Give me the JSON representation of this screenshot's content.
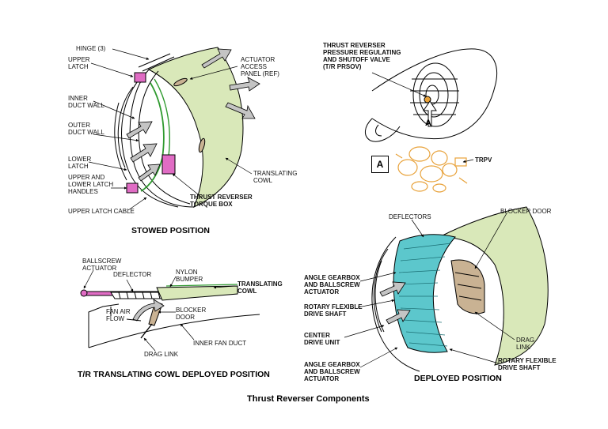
{
  "caption": "Thrust Reverser Components",
  "colors": {
    "cowl_green": "#d9e8b9",
    "latch_magenta": "#e06cc4",
    "valve_orange": "#e8a23a",
    "deflector_cyan": "#5cc7cc",
    "blocker_tan": "#c9b293",
    "line_green": "#2f9a2f"
  },
  "panels": {
    "stowed": {
      "title": "STOWED POSITION",
      "labels": {
        "hinge": "HINGE (3)",
        "upper_latch": "UPPER\nLATCH",
        "inner_duct_wall": "INNER\nDUCT WALL",
        "outer_duct_wall": "OUTER\nDUCT WALL",
        "lower_latch": "LOWER\nLATCH",
        "latch_handles": "UPPER AND\nLOWER LATCH\nHANDLES",
        "upper_latch_cable": "UPPER LATCH CABLE",
        "actuator_access_panel": "ACTUATOR\nACCESS\nPANEL (REF)",
        "translating_cowl": "TRANSLATING\nCOWL",
        "torque_box": "THRUST REVERSER\nTORQUE BOX"
      }
    },
    "valve": {
      "labels": {
        "prsov": "THRUST REVERSER\nPRESSURE REGULATING\nAND SHUTOFF VALVE\n(T/R PRSOV)",
        "trpv": "TRPV"
      },
      "view_marker": "A",
      "detail_box": "A"
    },
    "cowl_deployed": {
      "title": "T/R TRANSLATING COWL DEPLOYED POSITION",
      "labels": {
        "ballscrew_actuator": "BALLSCREW\nACTUATOR",
        "deflector": "DEFLECTOR",
        "nylon_bumper": "NYLON\nBUMPER",
        "translating_cowl": "TRANSLATING\nCOWL",
        "fan_air_flow": "FAN AIR\nFLOW",
        "blocker_door": "BLOCKER\nDOOR",
        "drag_link": "DRAG LINK",
        "inner_fan_duct": "INNER FAN DUCT"
      }
    },
    "deployed": {
      "title": "DEPLOYED POSITION",
      "labels": {
        "deflectors": "DEFLECTORS",
        "blocker_door": "BLOCKER DOOR",
        "angle_gearbox_upper": "ANGLE GEARBOX\nAND BALLSCREW\nACTUATOR",
        "rotary_flex_upper": "ROTARY FLEXIBLE\nDRIVE SHAFT",
        "center_drive": "CENTER\nDRIVE UNIT",
        "angle_gearbox_lower": "ANGLE GEARBOX\nAND BALLSCREW\nACTUATOR",
        "drag_link": "DRAG\nLINK",
        "rotary_flex_lower": "ROTARY FLEXIBLE\nDRIVE SHAFT"
      }
    }
  }
}
